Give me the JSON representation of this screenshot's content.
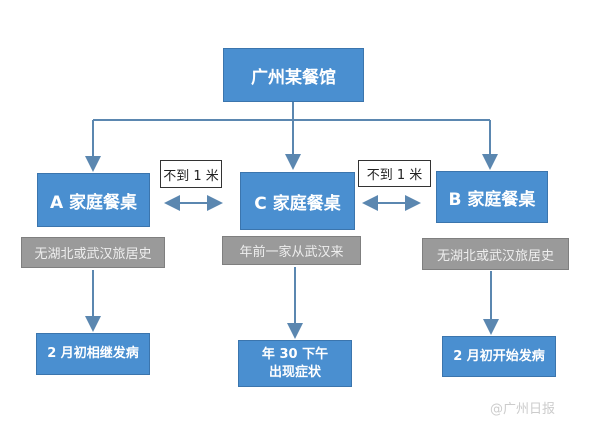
{
  "root": {
    "label": "广州某餐馆"
  },
  "tables": [
    {
      "label": "A 家庭餐桌",
      "history": "无湖北或武汉旅居史",
      "outcome": "2 月初相继发病"
    },
    {
      "label": "C 家庭餐桌",
      "history": "年前一家从武汉来",
      "outcome": "年 30 下午\n出现症状"
    },
    {
      "label": "B 家庭餐桌",
      "history": "无湖北或武汉旅居史",
      "outcome": "2 月初开始发病"
    }
  ],
  "distance_labels": [
    "不到 1 米",
    "不到 1 米"
  ],
  "watermark": "@广州日报",
  "colors": {
    "box": "#4a8fd0",
    "gray": "#9a9a9a",
    "line": "#5b87b0"
  }
}
